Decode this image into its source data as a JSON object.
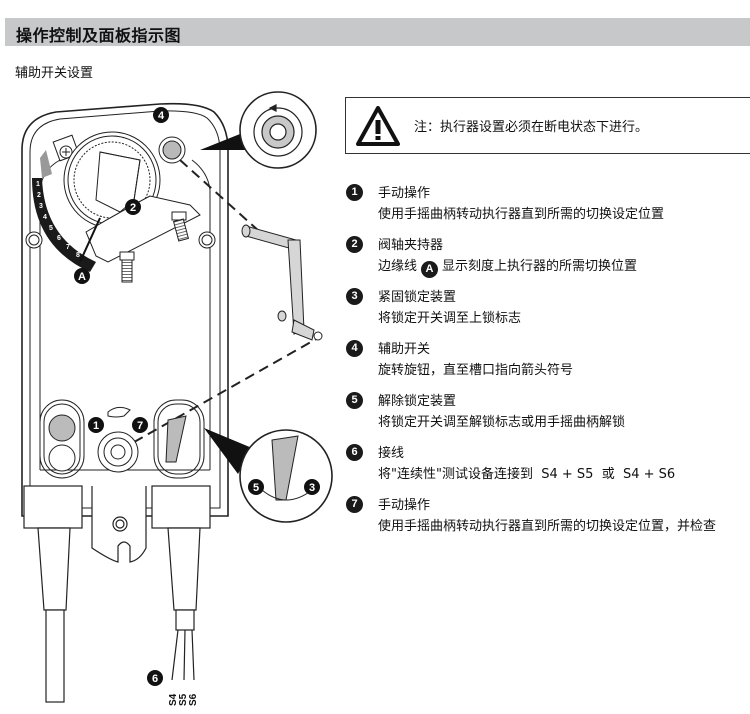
{
  "header": {
    "title": "操作控制及面板指示图",
    "subtitle": "辅助开关设置"
  },
  "note": {
    "icon": "warning-triangle-icon",
    "text": "注：执行器设置必须在断电状态下进行。"
  },
  "items": [
    {
      "num": "1",
      "title": "手动操作",
      "desc": "使用手摇曲柄转动执行器直到所需的切换设定位置"
    },
    {
      "num": "2",
      "title": "阀轴夹持器",
      "desc_pre": "边缘线",
      "desc_marker": "A",
      "desc_post": "显示刻度上执行器的所需切换位置"
    },
    {
      "num": "3",
      "title": "紧固锁定装置",
      "desc": "将锁定开关调至上锁标志"
    },
    {
      "num": "4",
      "title": "辅助开关",
      "desc": "旋转旋钮，直至槽口指向箭头符号"
    },
    {
      "num": "5",
      "title": "解除锁定装置",
      "desc": "将锁定开关调至解锁标志或用手摇曲柄解锁"
    },
    {
      "num": "6",
      "title": "接线",
      "desc": "将\"连续性\"测试设备连接到  S4 + S5  或  S4 + S6"
    },
    {
      "num": "7",
      "title": "手动操作",
      "desc": "使用手摇曲柄转动执行器直到所需的切换设定位置，并检查"
    }
  ],
  "diagram": {
    "callouts": [
      "4",
      "2",
      "A",
      "1",
      "7",
      "5",
      "3",
      "6"
    ],
    "scale_marks": [
      "1",
      "2",
      "3",
      "4",
      "5",
      "6",
      "7",
      "8"
    ],
    "wire_labels": [
      "S4",
      "S5",
      "S6"
    ]
  }
}
